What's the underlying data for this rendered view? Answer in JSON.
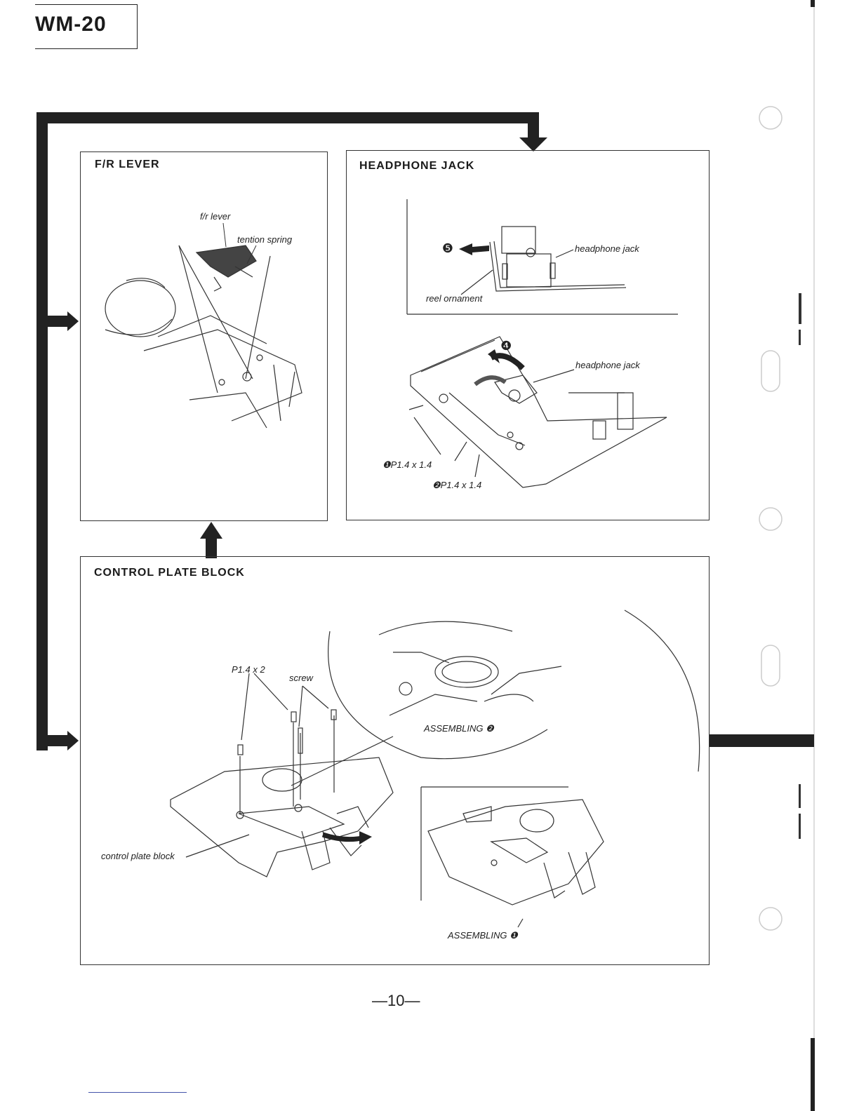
{
  "header": {
    "model": "WM-20"
  },
  "panels": {
    "fr_lever": {
      "title": "F/R LEVER",
      "labels": {
        "fr_lever": "f/r lever",
        "tention_spring": "tention spring"
      }
    },
    "headphone_jack": {
      "title": "HEADPHONE JACK",
      "labels": {
        "step5": "❺",
        "headphone_jack_top": "headphone jack",
        "reel_ornament": "reel ornament",
        "step4": "❹",
        "headphone_jack_bottom": "headphone jack",
        "screw1": "❶P1.4 x 1.4",
        "screw2": "❷P1.4 x 1.4"
      }
    },
    "control_plate_block": {
      "title": "CONTROL PLATE BLOCK",
      "labels": {
        "p14x2": "P1.4 x 2",
        "screw": "screw",
        "assembling2": "ASSEMBLING ❷",
        "control_plate_block": "control plate block",
        "assembling1": "ASSEMBLING ❶"
      }
    }
  },
  "footer": {
    "page_number": "—10—"
  }
}
